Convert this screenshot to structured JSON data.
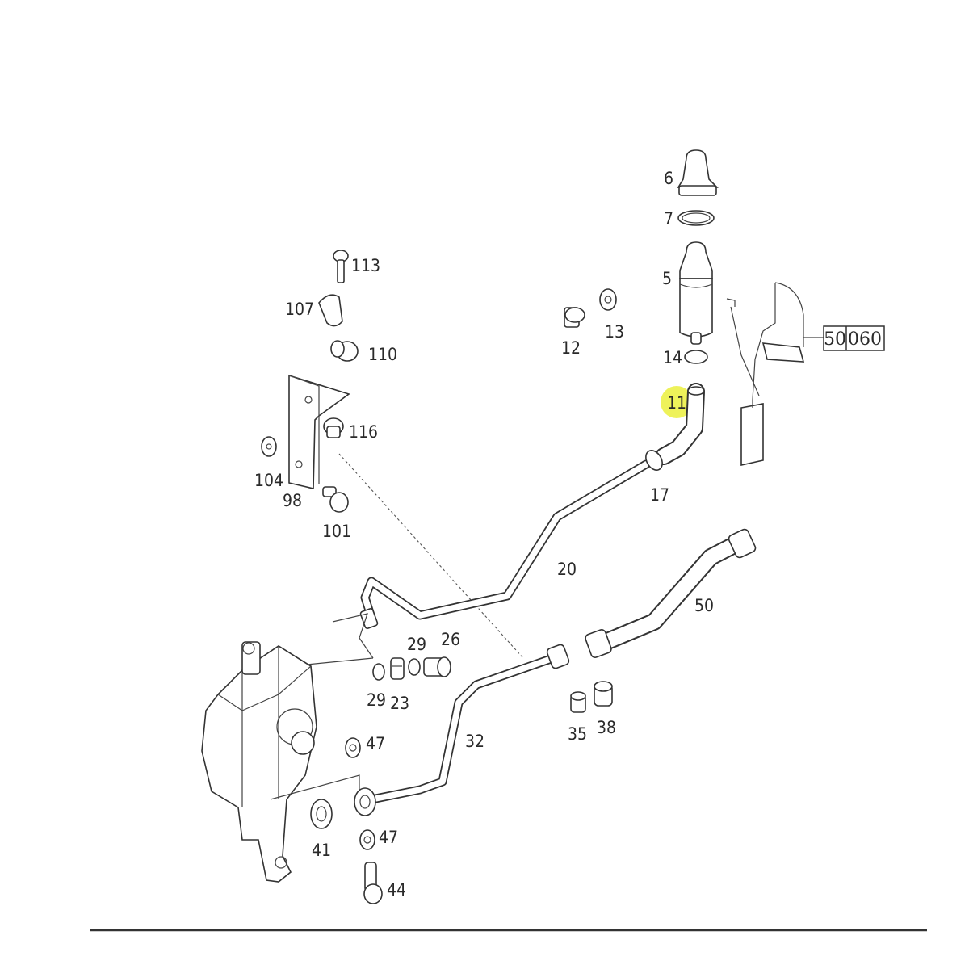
{
  "labels": {
    "p6": "6",
    "p7": "7",
    "p5": "5",
    "p14": "14",
    "p11": "11",
    "p12": "12",
    "p13": "13",
    "p17": "17",
    "p113": "113",
    "p107": "107",
    "p110": "110",
    "p116": "116",
    "p104": "104",
    "p98": "98",
    "p101": "101",
    "p20": "20",
    "p50": "50",
    "p29a": "29",
    "p26": "26",
    "p29b": "29",
    "p23": "23",
    "p35": "35",
    "p38": "38",
    "p32": "32",
    "p47a": "47",
    "p47b": "47",
    "p41": "41",
    "p44": "44"
  },
  "reference": {
    "group": "50",
    "page": "060"
  },
  "highlight": {
    "part": "11",
    "color": "#eef25a"
  },
  "colors": {
    "line": "#333333",
    "background": "#ffffff"
  }
}
